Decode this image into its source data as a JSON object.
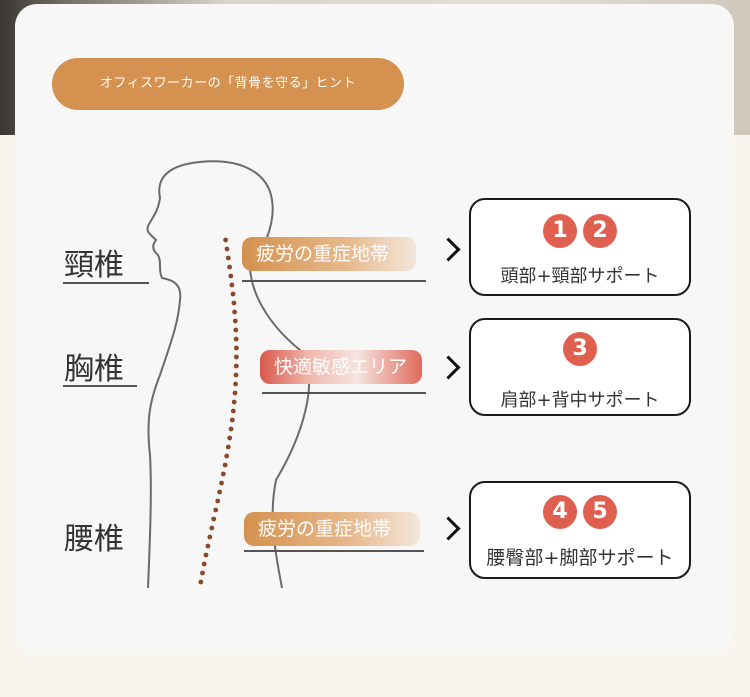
{
  "title": "オフィスワーカーの「背骨を守る」ヒント",
  "regions": [
    {
      "label": "頸椎",
      "tag": "疲労の重症地帯",
      "badges": [
        "1",
        "2"
      ],
      "support": "頭部+頸部サポート"
    },
    {
      "label": "胸椎",
      "tag": "快適敏感エリア",
      "badges": [
        "3"
      ],
      "support": "肩部+背中サポート"
    },
    {
      "label": "腰椎",
      "tag": "疲労の重症地帯",
      "badges": [
        "4",
        "5"
      ],
      "support": "腰臀部+脚部サポート"
    }
  ],
  "colors": {
    "accent_orange": "#d4914f",
    "badge_red": "#e0604f",
    "spine_dots": "#8a4a2a",
    "silhouette": "#6b6b6b"
  }
}
